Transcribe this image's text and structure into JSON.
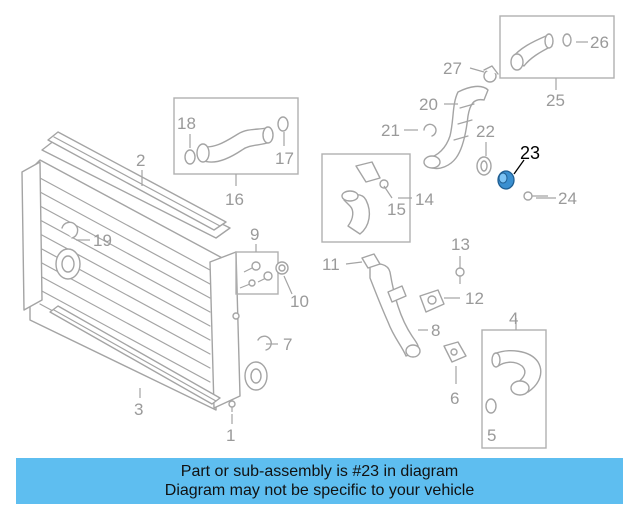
{
  "diagram": {
    "callouts": {
      "c1": "1",
      "c2": "2",
      "c3": "3",
      "c4": "4",
      "c5": "5",
      "c6": "6",
      "c7": "7",
      "c8": "8",
      "c9": "9",
      "c10": "10",
      "c11": "11",
      "c12": "12",
      "c13": "13",
      "c14": "14",
      "c15": "15",
      "c16": "16",
      "c17": "17",
      "c18": "18",
      "c19": "19",
      "c20": "20",
      "c21": "21",
      "c22": "22",
      "c23": "23",
      "c24": "24",
      "c25": "25",
      "c26": "26",
      "c27": "27"
    },
    "highlighted_part": "23"
  },
  "banner": {
    "line1": "Part or sub-assembly is #23 in diagram",
    "line2": "Diagram may not be specific to your vehicle",
    "background_color": "#5ebef0"
  },
  "colors": {
    "line_art": "#a4a4a4",
    "highlight_part": "#3a8fd0"
  }
}
